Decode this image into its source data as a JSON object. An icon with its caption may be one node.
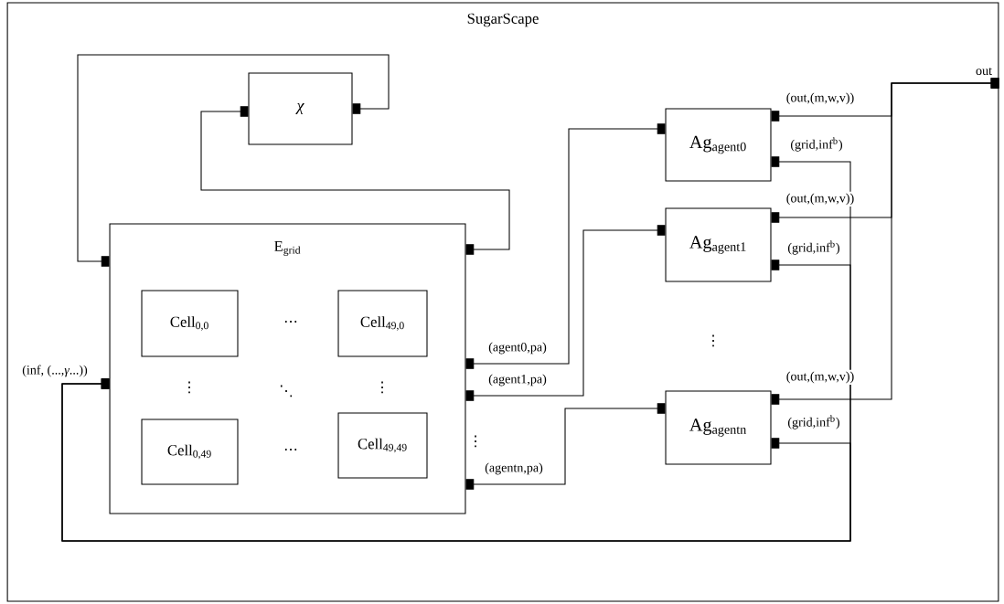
{
  "diagram": {
    "nodes": [
      {
        "text": [
          "SugarScape"
        ]
      },
      {
        "text": [
          "χ"
        ],
        "in": 0
      },
      {
        "text": [
          "E$_{grid}$"
        ],
        "in": 0
      },
      {
        "text": [
          "Cell$_{0,0}$"
        ],
        "in": 2
      },
      {
        "text": [
          "Cell$_{49,0}$"
        ],
        "in": 2
      },
      {
        "text": [
          "Cell$_{0,49}$"
        ],
        "in": 2
      },
      {
        "text": [
          "Cell$_{49,49}$"
        ],
        "in": 2
      },
      {
        "text": [
          "Ag$_{agent0}$"
        ],
        "in": 0
      },
      {
        "text": [
          "Ag$_{agent1}$"
        ],
        "in": 0
      },
      {
        "text": [
          "Ag$_{agentn}$"
        ],
        "in": 0
      }
    ],
    "edges": [
      {
        "from": 1,
        "to": 2,
        "arrow": "other"
      },
      {
        "from": 2,
        "to": 1,
        "arrow": "other"
      },
      {
        "from": 2,
        "to": 7,
        "arrow": "other",
        "label": "(agent0,pa)"
      },
      {
        "from": 2,
        "to": 8,
        "arrow": "other",
        "label": "(agent1,pa)"
      },
      {
        "from": 2,
        "to": 9,
        "arrow": "other",
        "label": "(agentn,pa)"
      },
      {
        "from": 7,
        "to": 0,
        "arrow": "other",
        "label": "(out,(m,w,v))"
      },
      {
        "from": 8,
        "to": 0,
        "arrow": "other",
        "label": "(out,(m,w,v))"
      },
      {
        "from": 9,
        "to": 0,
        "arrow": "other",
        "label": "(out,(m,w,v))"
      },
      {
        "from": 7,
        "to": 2,
        "arrow": "other",
        "label": "(grid,inf$^{b}$)"
      },
      {
        "from": 8,
        "to": 2,
        "arrow": "other",
        "label": "(grid,inf$^{b}$)"
      },
      {
        "from": 9,
        "to": 2,
        "arrow": "other",
        "label": "(grid,inf$^{b}$)"
      }
    ],
    "labels": [
      "out",
      "(inf, (...,*γ*...))",
      "⋯",
      "⋮",
      "⋱",
      "⋮",
      "⋯",
      "⋮",
      "⋮"
    ]
  }
}
